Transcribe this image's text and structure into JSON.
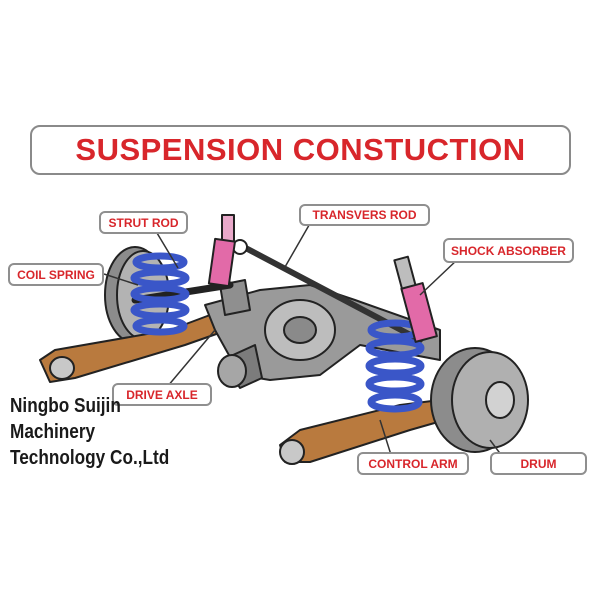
{
  "title": "SUSPENSION CONSTUCTION",
  "labels": {
    "strut_rod": "STRUT ROD",
    "transvers_rod": "TRANSVERS ROD",
    "coil_spring": "COIL SPRING",
    "shock_absorber": "SHOCK ABSORBER",
    "drive_axle": "DRIVE AXLE",
    "control_arm": "CONTROL ARM",
    "drum": "DRUM"
  },
  "watermark": {
    "line1": "Ningbo Suijin",
    "line2": "Machinery",
    "line3": "Technology Co.,Ltd"
  },
  "colors": {
    "title": "#d8262b",
    "spring": "#3a56c8",
    "shock": "#e26aa8",
    "arm": "#b97a3e",
    "axle": "#9a9a9a"
  }
}
